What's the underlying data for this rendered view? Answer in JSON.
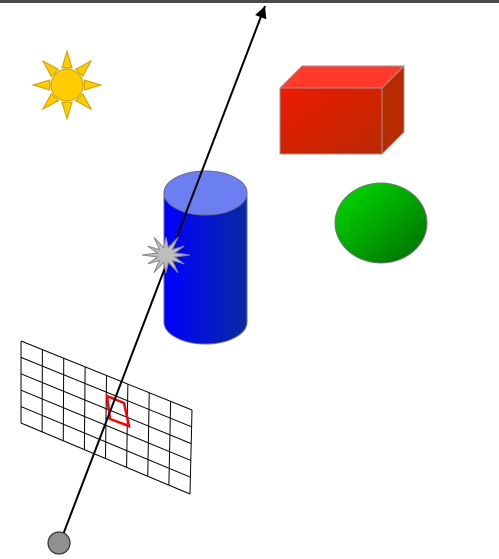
{
  "colors": {
    "top_bar": "#4a4a4a",
    "sun_fill": "#ffcc00",
    "sun_stroke": "#c8a000",
    "box_front": "#ee1a00",
    "box_top": "#ff3a2a",
    "box_side": "#b82a00",
    "box_stroke": "#999999",
    "cylinder_light": "#0000ff",
    "cylinder_dark": "#0a2aa0",
    "cylinder_top": "#6b7ff0",
    "sphere_light": "#00c800",
    "sphere_dark": "#006a00",
    "sphere_stroke": "#777777",
    "burst_fill": "#bdbdbd",
    "burst_stroke": "#888888",
    "grid_stroke": "#000000",
    "pixel_highlight": "#ff0000",
    "ray": "#000000",
    "camera_fill": "#909090",
    "camera_stroke": "#333333"
  },
  "scene": {
    "objects": [
      {
        "name": "sun",
        "shape": "sun"
      },
      {
        "name": "red-box",
        "shape": "cuboid"
      },
      {
        "name": "blue-cylinder",
        "shape": "cylinder"
      },
      {
        "name": "green-sphere",
        "shape": "ellipse"
      },
      {
        "name": "hit-burst",
        "shape": "starburst"
      },
      {
        "name": "image-plane-grid",
        "shape": "grid",
        "rows": 5,
        "cols": 8
      },
      {
        "name": "camera-eye",
        "shape": "circle"
      },
      {
        "name": "view-ray",
        "shape": "arrow"
      }
    ]
  }
}
